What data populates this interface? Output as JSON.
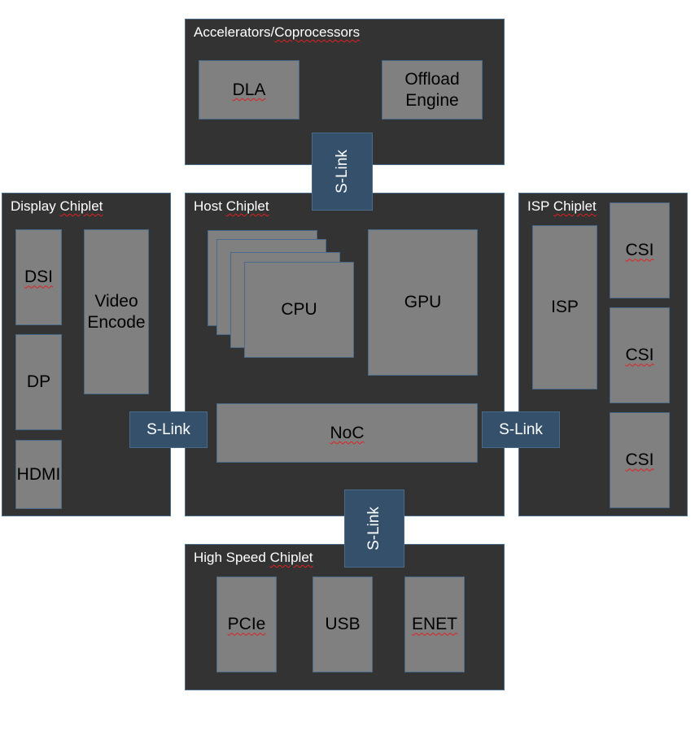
{
  "accelerators": {
    "title_prefix": "Accelerators/",
    "title_word": "Coprocessors",
    "dla": "DLA",
    "offload_line1": "Offload",
    "offload_line2": "Engine"
  },
  "display": {
    "title_prefix": "Display ",
    "title_word": "Chiplet",
    "dsi": "DSI",
    "dp": "DP",
    "hdmi": "HDMI",
    "video_line1": "Video",
    "video_line2": "Encode"
  },
  "host": {
    "title_prefix": "Host ",
    "title_word": "Chiplet",
    "cpu": "CPU",
    "gpu": "GPU",
    "noc": "NoC"
  },
  "isp": {
    "title_prefix": "ISP ",
    "title_word": "Chiplet",
    "isp": "ISP",
    "csi1": "CSI",
    "csi2": "CSI",
    "csi3": "CSI"
  },
  "highspeed": {
    "title_prefix": "High Speed ",
    "title_word": "Chiplet",
    "pcie": "PCIe",
    "usb": "USB",
    "enet": "ENET"
  },
  "slinks": {
    "top": "S-Link",
    "left": "S-Link",
    "right": "S-Link",
    "bottom": "S-Link"
  },
  "colors": {
    "chiplet_bg": "#333333",
    "block_bg": "#808080",
    "slink_bg": "#34506a",
    "border": "#4a6a8a",
    "spellcheck": "#e02020"
  }
}
